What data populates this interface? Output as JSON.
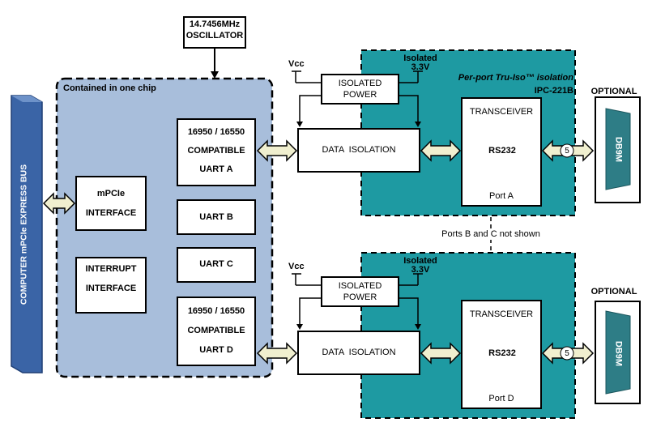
{
  "bus": {
    "label": "COMPUTER mPCIe EXPRESS BUS"
  },
  "oscillator": {
    "line1": "14.7456MHz",
    "line2": "OSCILLATOR"
  },
  "chip": {
    "label": "Contained in one chip"
  },
  "mpcie": {
    "line1": "mPCIe",
    "line2": "INTERFACE"
  },
  "interrupt": {
    "line1": "INTERRUPT",
    "line2": "INTERFACE"
  },
  "uarts": [
    {
      "line1": "16950 / 16550",
      "line2": "COMPATIBLE",
      "line3": "UART A"
    },
    {
      "label": "UART B"
    },
    {
      "label": "UART C"
    },
    {
      "line1": "16950 / 16550",
      "line2": "COMPATIBLE",
      "line3": "UART D"
    }
  ],
  "isolation_header": {
    "product": "IPC-221B",
    "title": "Per-port Tru-Iso™ isolation"
  },
  "ports": [
    {
      "vcc": "Vcc",
      "isolated": "Isolated",
      "voltage": "3.3V",
      "power_line1": "ISOLATED",
      "power_line2": "POWER",
      "data_isolation": "DATA  ISOLATION",
      "transceiver": "TRANSCEIVER",
      "protocol": "RS232",
      "port_name": "Port A",
      "wire_count": "5",
      "optional": "OPTIONAL",
      "connector": "DB9M"
    },
    {
      "vcc": "Vcc",
      "isolated": "Isolated",
      "voltage": "3.3V",
      "power_line1": "ISOLATED",
      "power_line2": "POWER",
      "data_isolation": "DATA  ISOLATION",
      "transceiver": "TRANSCEIVER",
      "protocol": "RS232",
      "port_name": "Port D",
      "wire_count": "5",
      "optional": "OPTIONAL",
      "connector": "DB9M"
    }
  ],
  "note": "Ports B and C not shown",
  "colors": {
    "bus_blue": "#3a64a6",
    "chip_blue": "#a8bedb",
    "isolation_teal": "#1e9aa2",
    "arrow_fill": "#f0efcf",
    "connector_teal": "#2e7d86"
  }
}
